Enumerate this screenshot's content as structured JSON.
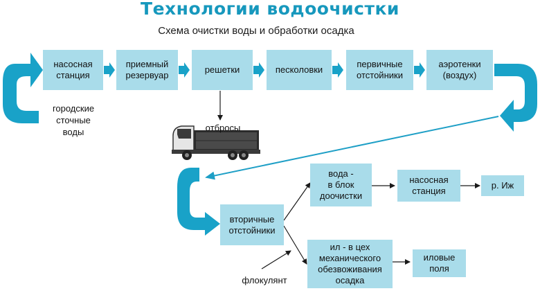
{
  "header": {
    "title": "Технологии водоочистки",
    "subtitle": "Схема очистки воды и обработки осадка"
  },
  "stages": {
    "pump_station": "насосная\nстанция",
    "receiving_tank": "приемный\nрезервуар",
    "screens": "решетки",
    "sand_traps": "песколовки",
    "primary_settlers": "первичные\nотстойники",
    "aerotanks": "аэротенки\n(воздух)",
    "secondary_settlers": "вторичные\nотстойники",
    "water_post_treatment": "вода -\nв блок\nдоочистки",
    "pump_station_2": "насосная\nстанция",
    "river": "р. Иж",
    "sludge_dewatering": "ил - в цех\nмеханического\nобезвоживания\nосадка",
    "sludge_fields": "иловые\nполя"
  },
  "labels": {
    "city_wastewater": "городские\nсточные\nводы",
    "waste": "отбросы",
    "flocculant": "флокулянт"
  },
  "colors": {
    "title": "#1798bd",
    "box_fill": "#a9dcea",
    "flow_arrow": "#19a2c8",
    "return_arrow": "#1e9fc6",
    "line": "#1a1a1a"
  }
}
